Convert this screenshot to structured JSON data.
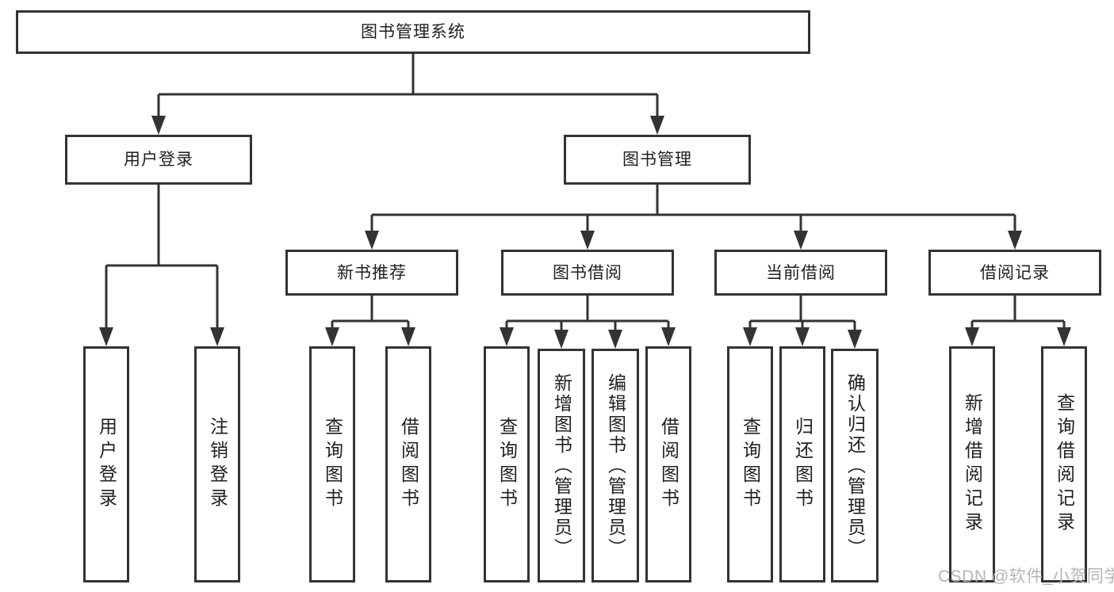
{
  "colors": {
    "line": "#333333",
    "box_border": "#333333",
    "text": "#1f1f1f",
    "watermark": "#b5b5b5",
    "background": "#ffffff"
  },
  "watermark": {
    "text": "CSDN @软件_小贺同学"
  },
  "tree": {
    "root": {
      "label": "图书管理系统",
      "children": [
        {
          "label": "用户登录",
          "children": [
            {
              "label": "用户登录"
            },
            {
              "label": "注销登录"
            }
          ]
        },
        {
          "label": "图书管理",
          "children": [
            {
              "label": "新书推荐",
              "children": [
                {
                  "label": "查询图书"
                },
                {
                  "label": "借阅图书"
                }
              ]
            },
            {
              "label": "图书借阅",
              "children": [
                {
                  "label": "查询图书"
                },
                {
                  "label": "新增图书（管理员）"
                },
                {
                  "label": "编辑图书（管理员）"
                },
                {
                  "label": "借阅图书"
                }
              ]
            },
            {
              "label": "当前借阅",
              "children": [
                {
                  "label": "查询图书"
                },
                {
                  "label": "归还图书"
                },
                {
                  "label": "确认归还（管理员）"
                }
              ]
            },
            {
              "label": "借阅记录",
              "children": [
                {
                  "label": "新增借阅记录"
                },
                {
                  "label": "查询借阅记录"
                }
              ]
            }
          ]
        }
      ]
    }
  }
}
